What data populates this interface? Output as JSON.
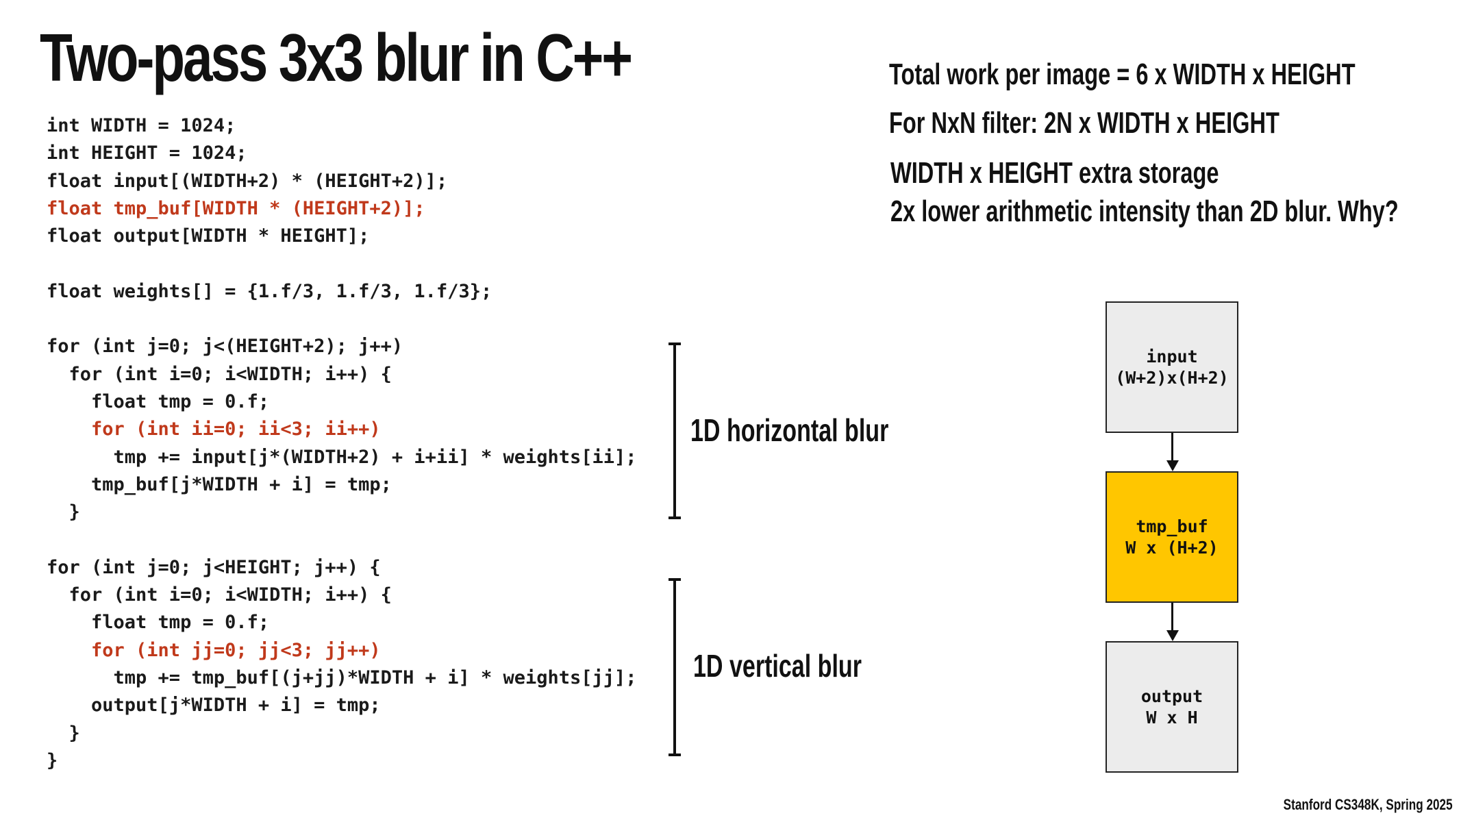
{
  "slide": {
    "title": "Two-pass 3x3 blur in C++",
    "footer": "Stanford CS348K, Spring 2025"
  },
  "code_lines": [
    {
      "text": "int WIDTH = 1024;",
      "highlight": false
    },
    {
      "text": "int HEIGHT = 1024;",
      "highlight": false
    },
    {
      "text": "float input[(WIDTH+2) * (HEIGHT+2)];",
      "highlight": false
    },
    {
      "text": "float tmp_buf[WIDTH * (HEIGHT+2)];",
      "highlight": true
    },
    {
      "text": "float output[WIDTH * HEIGHT];",
      "highlight": false
    },
    {
      "text": "",
      "highlight": false
    },
    {
      "text": "float weights[] = {1.f/3, 1.f/3, 1.f/3};",
      "highlight": false
    },
    {
      "text": "",
      "highlight": false
    },
    {
      "text": "for (int j=0; j<(HEIGHT+2); j++)",
      "highlight": false
    },
    {
      "text": "  for (int i=0; i<WIDTH; i++) {",
      "highlight": false
    },
    {
      "text": "    float tmp = 0.f;",
      "highlight": false
    },
    {
      "text": "    for (int ii=0; ii<3; ii++)",
      "highlight": true
    },
    {
      "text": "      tmp += input[j*(WIDTH+2) + i+ii] * weights[ii];",
      "highlight": false
    },
    {
      "text": "    tmp_buf[j*WIDTH + i] = tmp;",
      "highlight": false
    },
    {
      "text": "  }",
      "highlight": false
    },
    {
      "text": "",
      "highlight": false
    },
    {
      "text": "for (int j=0; j<HEIGHT; j++) {",
      "highlight": false
    },
    {
      "text": "  for (int i=0; i<WIDTH; i++) {",
      "highlight": false
    },
    {
      "text": "    float tmp = 0.f;",
      "highlight": false
    },
    {
      "text": "    for (int jj=0; jj<3; jj++)",
      "highlight": true
    },
    {
      "text": "      tmp += tmp_buf[(j+jj)*WIDTH + i] * weights[jj];",
      "highlight": false
    },
    {
      "text": "    output[j*WIDTH + i] = tmp;",
      "highlight": false
    },
    {
      "text": "  }",
      "highlight": false
    },
    {
      "text": "}",
      "highlight": false
    }
  ],
  "notes": {
    "total_work": "Total work per image = 6 x WIDTH x HEIGHT",
    "nxn_filter": "For NxN filter:  2N x WIDTH x HEIGHT",
    "extra_storage": "WIDTH x HEIGHT extra storage",
    "intensity": "2x lower arithmetic intensity than 2D blur. Why?"
  },
  "brackets": {
    "horizontal_label": "1D horizontal blur",
    "vertical_label": "1D vertical blur"
  },
  "diagram": {
    "input": {
      "name": "input",
      "size": "(W+2)x(H+2)",
      "color": "#ececec"
    },
    "tmp_buf": {
      "name": "tmp_buf",
      "size": "W x (H+2)",
      "color": "#ffc600"
    },
    "output": {
      "name": "output",
      "size": "W x H",
      "color": "#ececec"
    }
  },
  "colors": {
    "highlight_code": "#c0391b"
  }
}
